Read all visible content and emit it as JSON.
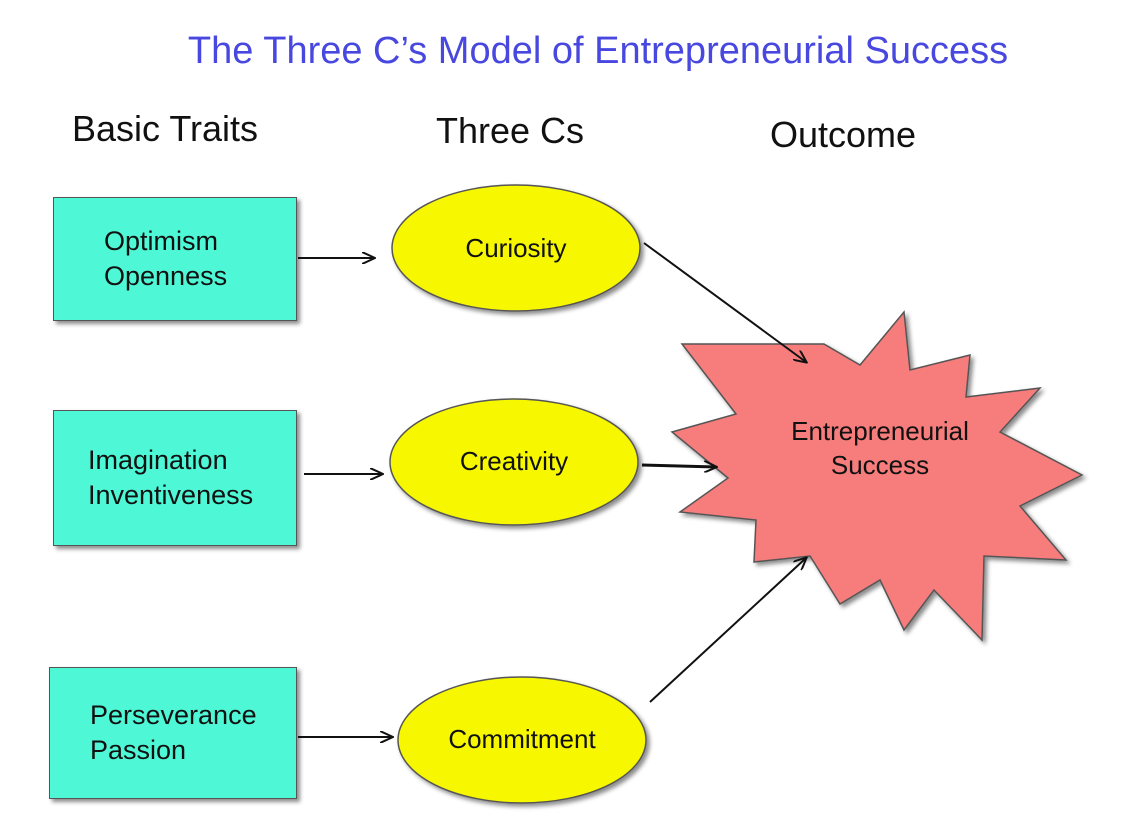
{
  "title": "The Three C’s Model of Entrepreneurial Success",
  "columns": {
    "traits": "Basic Traits",
    "cs": "Three Cs",
    "outcome": "Outcome"
  },
  "traits": [
    {
      "line1": "Optimism",
      "line2": "Openness"
    },
    {
      "line1": "Imagination",
      "line2": "Inventiveness"
    },
    {
      "line1": "Perseverance",
      "line2": "Passion"
    }
  ],
  "three_cs": [
    "Curiosity",
    "Creativity",
    "Commitment"
  ],
  "outcome": {
    "line1": "Entrepreneurial",
    "line2": "Success"
  },
  "colors": {
    "title": "#4848e0",
    "trait_fill": "#4ef7d5",
    "c_fill": "#f7f700",
    "outcome_fill": "#f77b7b"
  }
}
